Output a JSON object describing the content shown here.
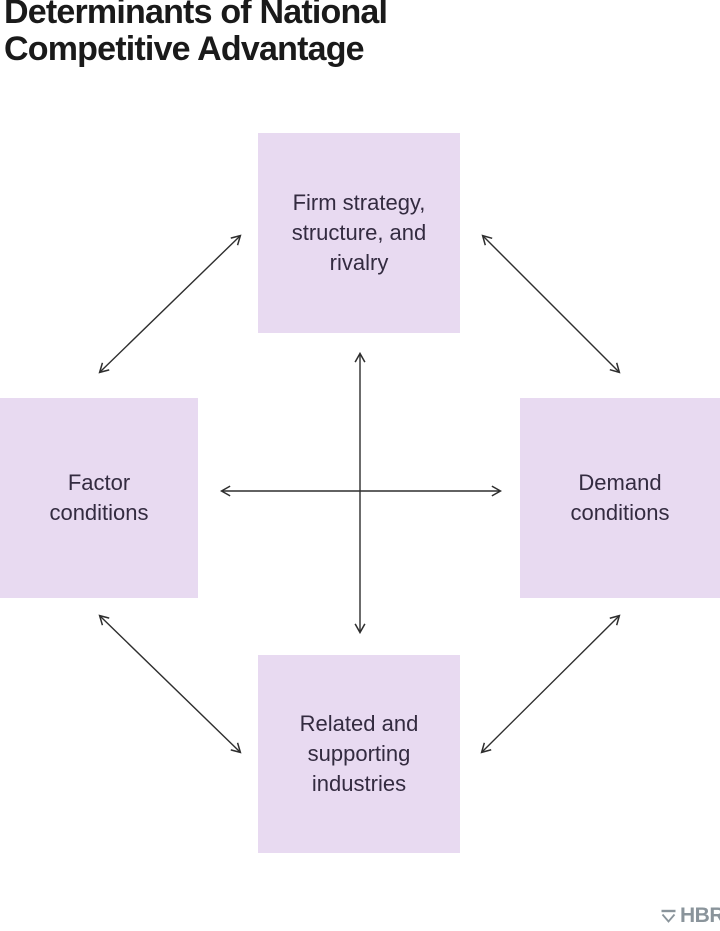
{
  "title": "Determinants of National\nCompetitive Advantage",
  "diagram": {
    "nodes": {
      "top": {
        "id": "firm-strategy",
        "label": "Firm strategy,\nstructure, and\nrivalry"
      },
      "left": {
        "id": "factor-conditions",
        "label": "Factor\nconditions"
      },
      "right": {
        "id": "demand-conditions",
        "label": "Demand\nconditions"
      },
      "bottom": {
        "id": "related-industries",
        "label": "Related and\nsupporting\nindustries"
      }
    },
    "connections": [
      {
        "from": "firm-strategy",
        "to": "factor-conditions",
        "bidirectional": true
      },
      {
        "from": "firm-strategy",
        "to": "demand-conditions",
        "bidirectional": true
      },
      {
        "from": "factor-conditions",
        "to": "related-industries",
        "bidirectional": true
      },
      {
        "from": "demand-conditions",
        "to": "related-industries",
        "bidirectional": true
      },
      {
        "from": "firm-strategy",
        "to": "related-industries",
        "bidirectional": true
      },
      {
        "from": "factor-conditions",
        "to": "demand-conditions",
        "bidirectional": true
      }
    ],
    "colors": {
      "node_fill": "#e8daf1",
      "node_text": "#332b40",
      "title_text": "#1a1a1a",
      "arrow": "#2e2e2e",
      "logo": "#8a949b"
    }
  },
  "footer": {
    "logo_text": "HBR",
    "logo_icon": "hbr-shield-icon"
  }
}
